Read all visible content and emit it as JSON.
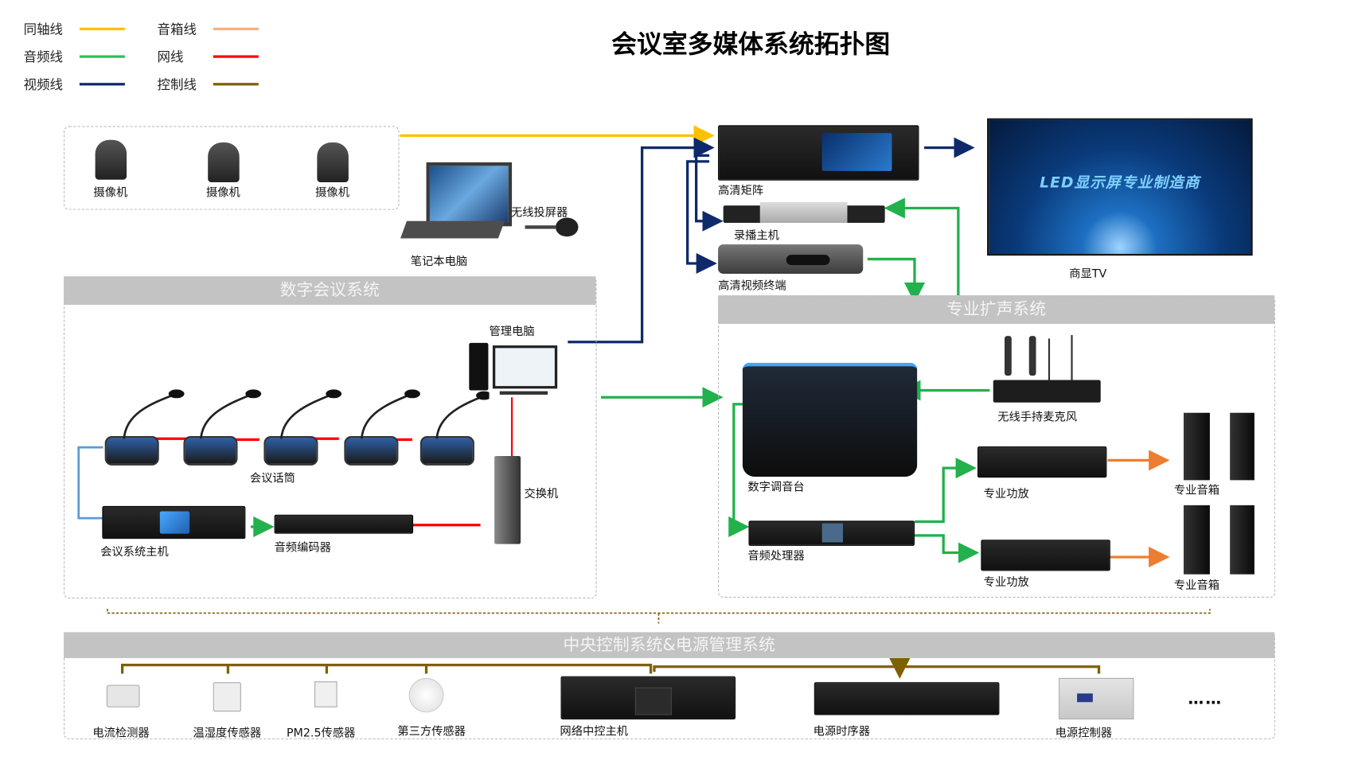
{
  "title": "会议室多媒体系统拓扑图",
  "legend": [
    {
      "label": "同轴线",
      "color": "#FFC000"
    },
    {
      "label": "音频线",
      "color": "#22C55E"
    },
    {
      "label": "视频线",
      "color": "#0F2A6B"
    },
    {
      "label": "音箱线",
      "color": "#F4B183"
    },
    {
      "label": "网线",
      "color": "#FF0000"
    },
    {
      "label": "控制线",
      "color": "#7F6000"
    }
  ],
  "top": {
    "cameras": [
      "摄像机",
      "摄像机",
      "摄像机"
    ],
    "laptop": "笔记本电脑",
    "wireless_caster": "无线投屏器",
    "matrix": "高清矩阵",
    "recorder": "录播主机",
    "video_terminal": "高清视频终端",
    "tv": "商显TV",
    "tv_screen_text": "LED显示屏专业制造商"
  },
  "conference": {
    "header": "数字会议系统",
    "pc": "管理电脑",
    "mics": "会议话筒",
    "switch": "交换机",
    "host": "会议系统主机",
    "encoder": "音频编码器"
  },
  "pa": {
    "header": "专业扩声系统",
    "mixer": "数字调音台",
    "wireless_mic": "无线手持麦克风",
    "amp1": "专业功放",
    "amp2": "专业功放",
    "speaker1": "专业音箱",
    "speaker2": "专业音箱",
    "processor": "音频处理器"
  },
  "control": {
    "header": "中央控制系统&电源管理系统",
    "items": [
      "电流检测器",
      "温湿度传感器",
      "PM2.5传感器",
      "第三方传感器",
      "网络中控主机",
      "电源时序器",
      "电源控制器"
    ],
    "more": "……"
  }
}
